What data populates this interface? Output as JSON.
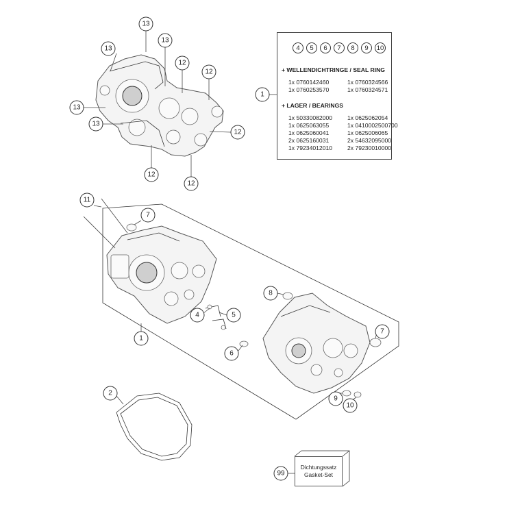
{
  "callouts": {
    "c13_top": "13",
    "c13_mid": "13",
    "c13_left": "13",
    "c13_leftB": "13",
    "c13_leftC": "13",
    "c12_a": "12",
    "c12_b": "12",
    "c12_c": "12",
    "c12_d": "12",
    "c12_e": "12",
    "c1_info": "1",
    "c11": "11",
    "c7_top": "7",
    "c8": "8",
    "c4": "4",
    "c5": "5",
    "c1_main": "1",
    "c6": "6",
    "c7_right": "7",
    "c9": "9",
    "c10": "10",
    "c2": "2",
    "c99": "99"
  },
  "info_box": {
    "kit_numbers": [
      "4",
      "5",
      "6",
      "7",
      "8",
      "9",
      "10"
    ],
    "seal_heading": "+ WELLENDICHTRINGE / SEAL RING",
    "seal_items": [
      "1x 0760142460",
      "1x 0760324566",
      "1x 0760253570",
      "1x 0760324571"
    ],
    "bearing_heading": "+ LAGER / BEARINGS",
    "bearing_items": [
      "1x 50330082000",
      "1x 0625062054",
      "1x 0625063055",
      "1x 0410002500700",
      "1x 0625060041",
      "1x 0625006065",
      "2x 0625160031",
      "2x 54632095000",
      "1x 79234012010",
      "2x 79230010000"
    ]
  },
  "gasket_box": {
    "line1": "Dichtungssatz",
    "line2": "Gasket-Set"
  }
}
